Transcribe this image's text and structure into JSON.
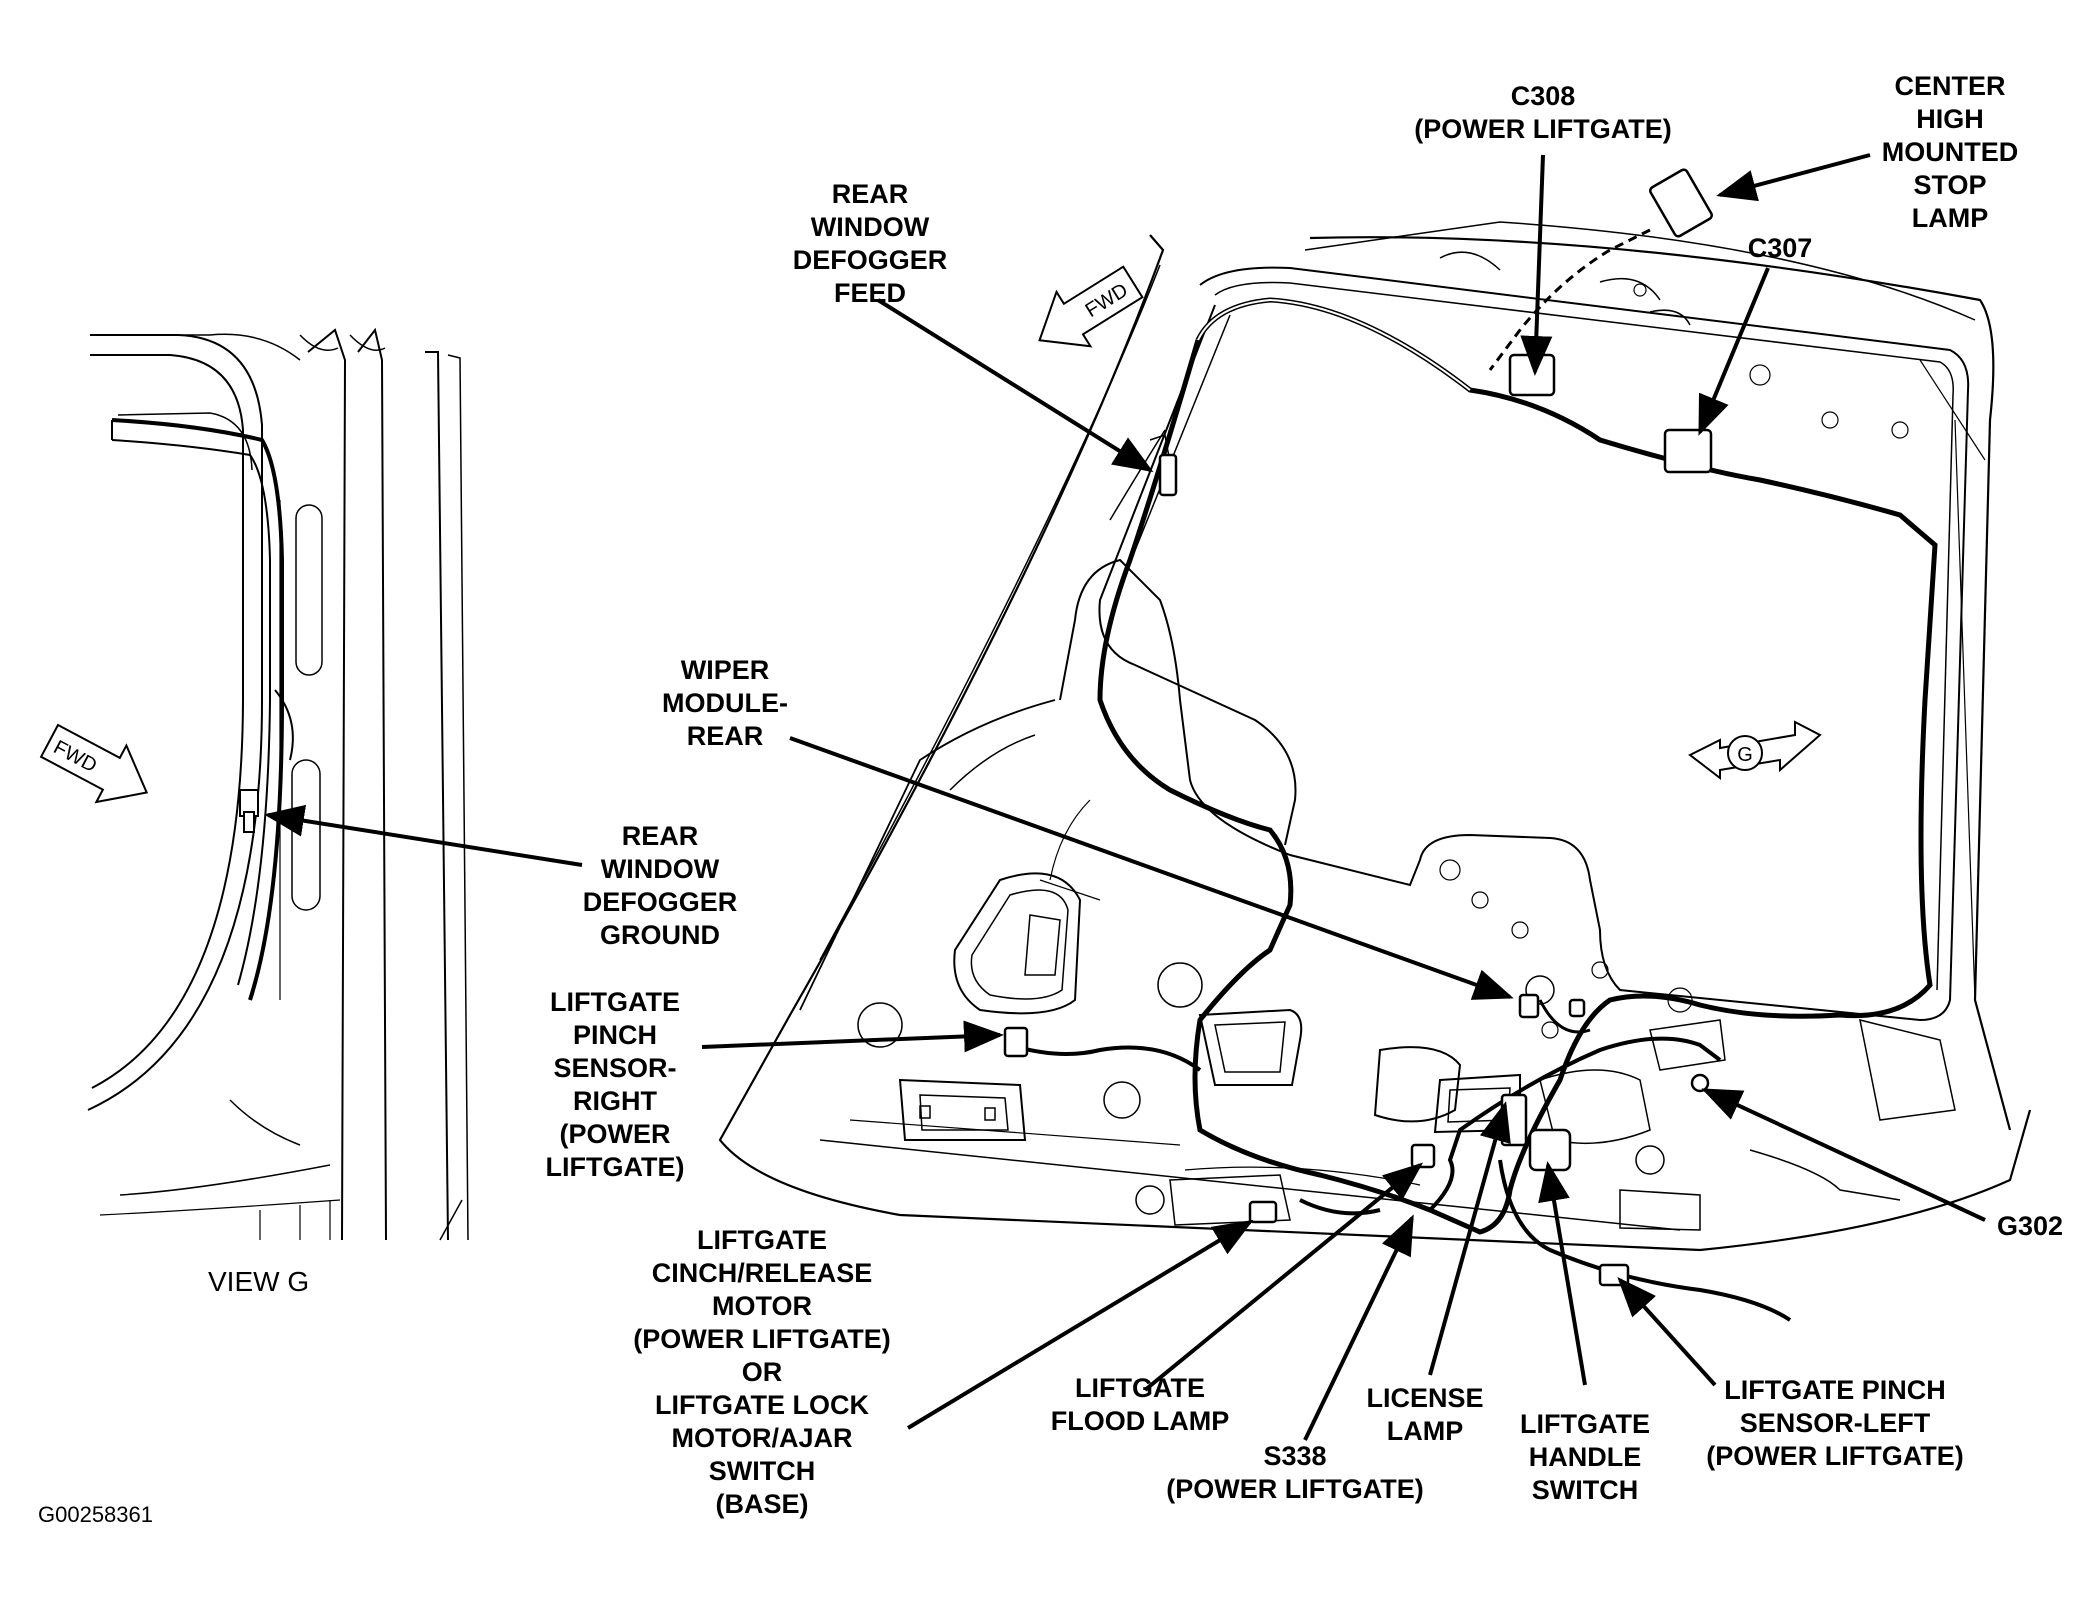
{
  "view_label": "VIEW G",
  "figure_id": "G00258361",
  "badges": {
    "fwd": "FWD",
    "g": "G"
  },
  "labels": {
    "c308": [
      "C308",
      "(POWER LIFTGATE)"
    ],
    "chmsl": [
      "CENTER",
      "HIGH",
      "MOUNTED",
      "STOP",
      "LAMP"
    ],
    "c307": [
      "C307"
    ],
    "defogger_feed": [
      "REAR",
      "WINDOW",
      "DEFOGGER",
      "FEED"
    ],
    "wiper": [
      "WIPER",
      "MODULE-",
      "REAR"
    ],
    "defogger_ground": [
      "REAR",
      "WINDOW",
      "DEFOGGER",
      "GROUND"
    ],
    "pinch_right": [
      "LIFTGATE",
      "PINCH",
      "SENSOR-",
      "RIGHT",
      "(POWER",
      "LIFTGATE)"
    ],
    "cinch": [
      "LIFTGATE",
      "CINCH/RELEASE",
      "MOTOR",
      "(POWER LIFTGATE)",
      "OR",
      "LIFTGATE LOCK",
      "MOTOR/AJAR",
      "SWITCH",
      "(BASE)"
    ],
    "flood": [
      "LIFTGATE",
      "FLOOD LAMP"
    ],
    "s338": [
      "S338",
      "(POWER LIFTGATE)"
    ],
    "license": [
      "LICENSE",
      "LAMP"
    ],
    "handle": [
      "LIFTGATE",
      "HANDLE",
      "SWITCH"
    ],
    "pinch_left": [
      "LIFTGATE PINCH",
      "SENSOR-LEFT",
      "(POWER LIFTGATE)"
    ],
    "g302": [
      "G302"
    ]
  }
}
